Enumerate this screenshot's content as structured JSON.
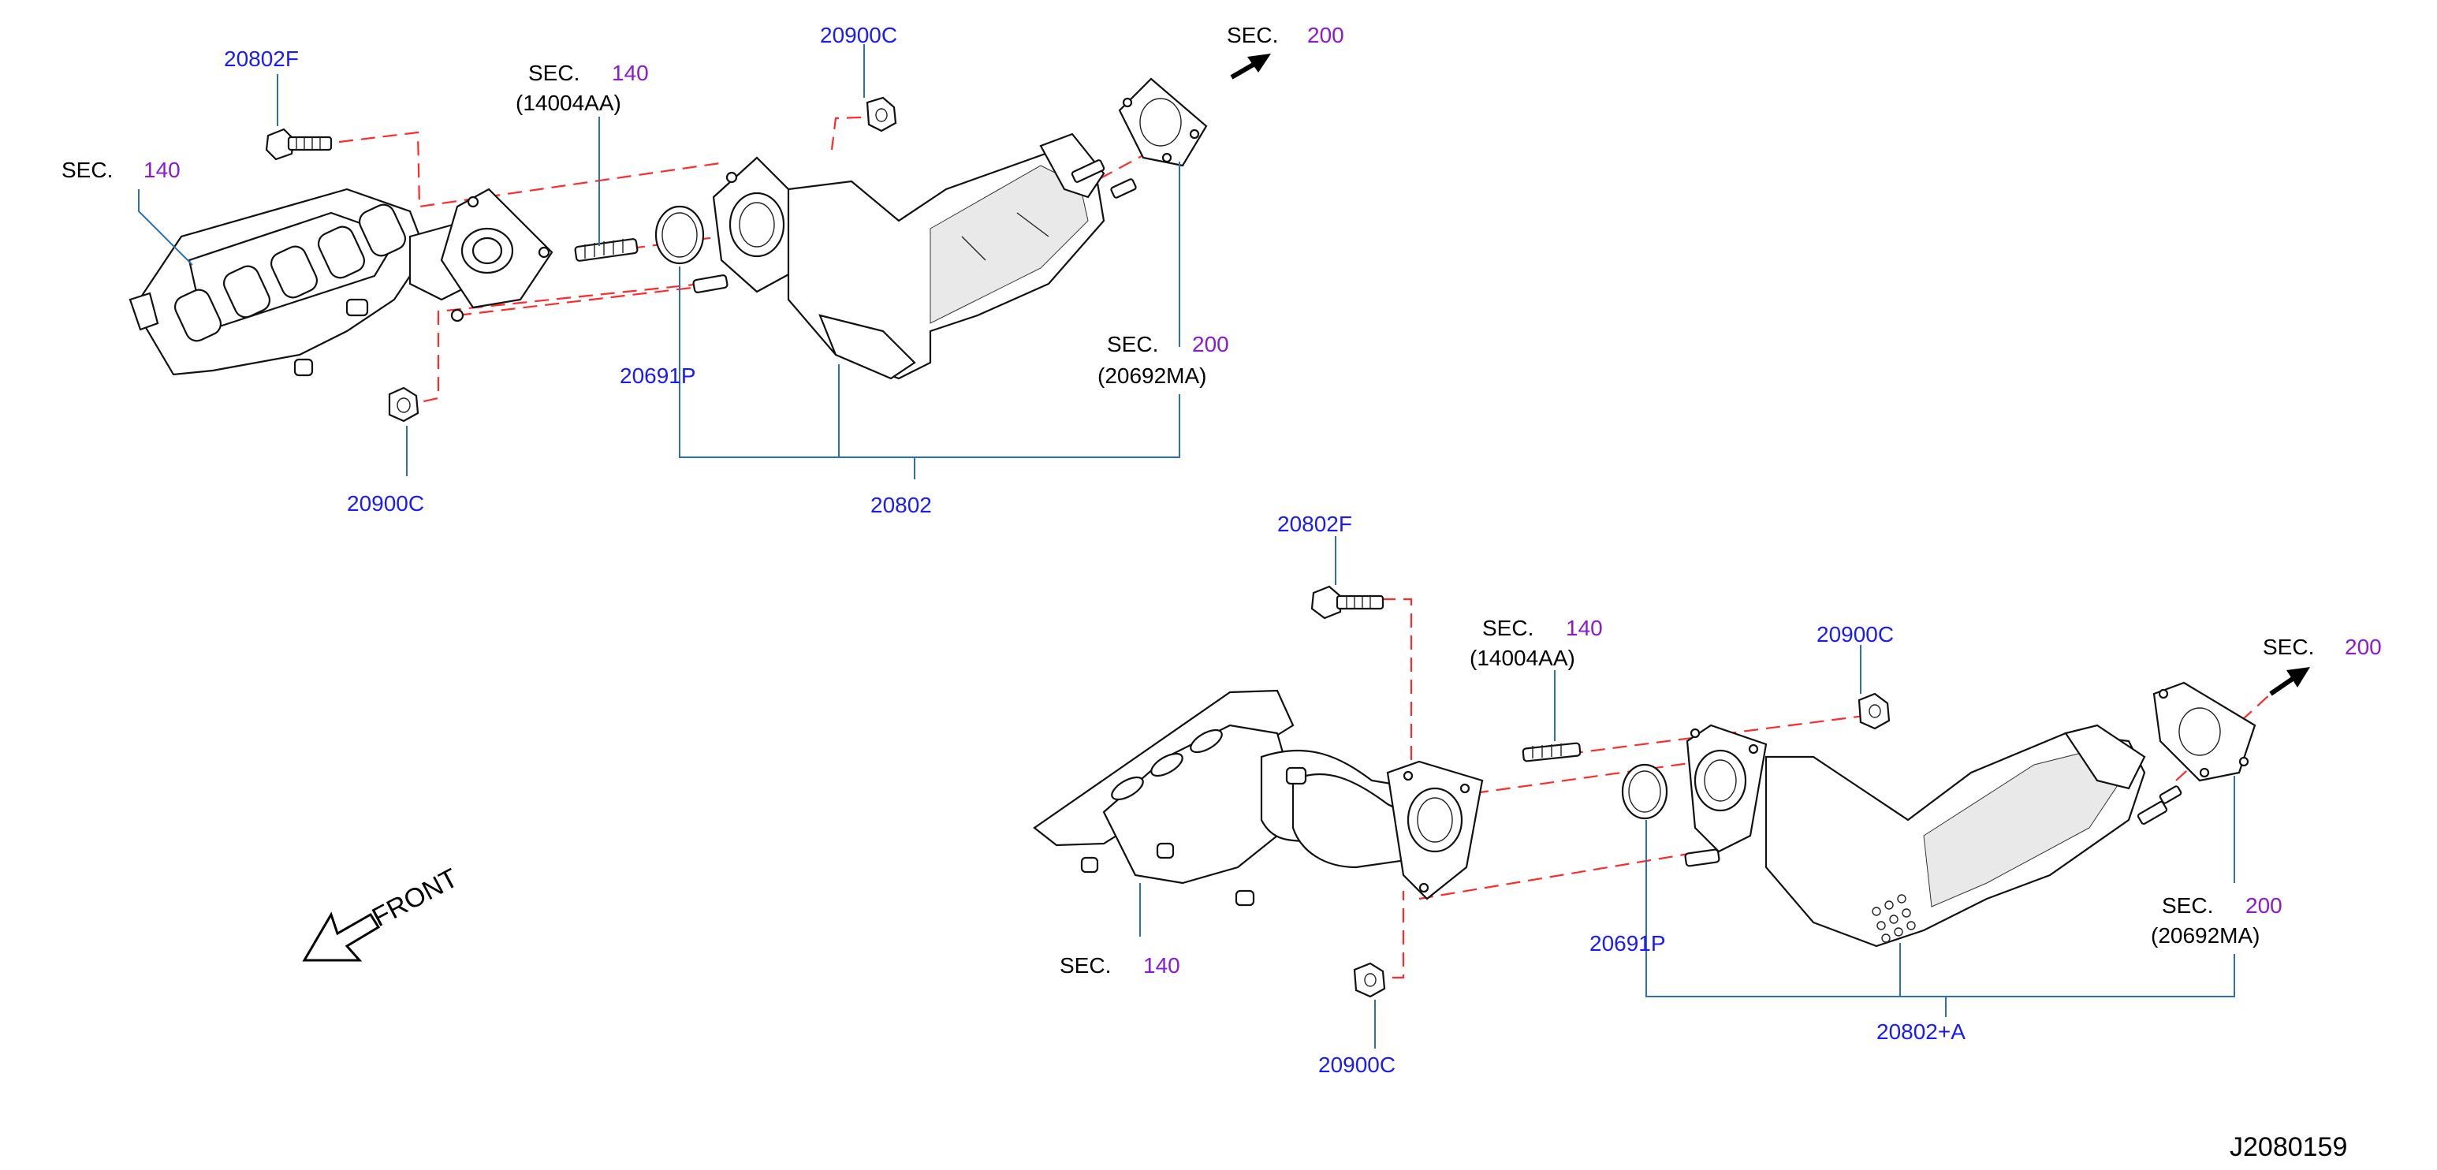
{
  "diagram_id": "J2080159",
  "front_label": "FRONT",
  "upper": {
    "bolt": "20802F",
    "manifold_sec": {
      "sec": "SEC.",
      "num": "140"
    },
    "stud_sec": {
      "sec": "SEC.",
      "num": "140",
      "sub": "(14004AA)"
    },
    "nut_top": "20900C",
    "outlet_sec": {
      "sec": "SEC.",
      "num": "200"
    },
    "gasket_sec": {
      "sec": "SEC.",
      "num": "200",
      "sub": "(20692MA)"
    },
    "ring": "20691P",
    "nut_bottom": "20900C",
    "assembly": "20802"
  },
  "lower": {
    "bolt": "20802F",
    "stud_sec": {
      "sec": "SEC.",
      "num": "140",
      "sub": "(14004AA)"
    },
    "nut_top": "20900C",
    "outlet_sec": {
      "sec": "SEC.",
      "num": "200"
    },
    "manifold_sec": {
      "sec": "SEC.",
      "num": "140"
    },
    "ring": "20691P",
    "gasket_sec": {
      "sec": "SEC.",
      "num": "200",
      "sub": "(20692MA)"
    },
    "nut_bottom": "20900C",
    "assembly": "20802+A"
  },
  "colors": {
    "part_number": "#1a1aff",
    "section_number": "#8a1ad4",
    "leader": "#2c6fb7",
    "dashed": "#ff2a2a"
  }
}
